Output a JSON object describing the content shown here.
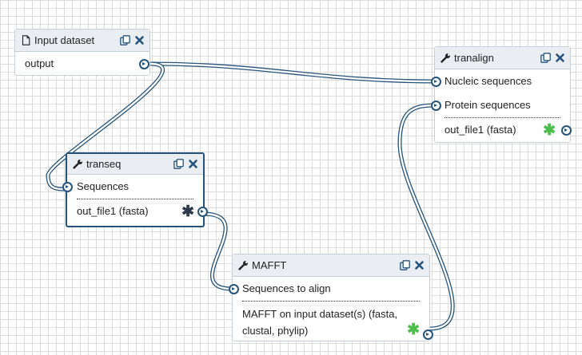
{
  "nodes": {
    "input": {
      "title": "Input dataset",
      "outputs": [
        "output"
      ]
    },
    "tranalign": {
      "title": "tranalign",
      "inputs": [
        "Nucleic sequences",
        "Protein sequences"
      ],
      "outputs": [
        "out_file1 (fasta)"
      ]
    },
    "transeq": {
      "title": "transeq",
      "inputs": [
        "Sequences"
      ],
      "outputs": [
        "out_file1 (fasta)"
      ]
    },
    "mafft": {
      "title": "MAFFT",
      "inputs": [
        "Sequences to align"
      ],
      "outputs": [
        "MAFFT on input dataset(s) (fasta, clustal, phylip)"
      ]
    }
  },
  "icons": {
    "file": "file-icon",
    "wrench": "wrench-icon",
    "copy": "copy-icon",
    "close": "close-icon",
    "star": "asterisk-icon"
  },
  "colors": {
    "accent": "#25537b",
    "header_bg": "#eaeef2",
    "border": "#c7cfd6",
    "grid": "#dcdcdc",
    "star_green": "#4cbe4c",
    "star_dark": "#2b3a4a"
  }
}
